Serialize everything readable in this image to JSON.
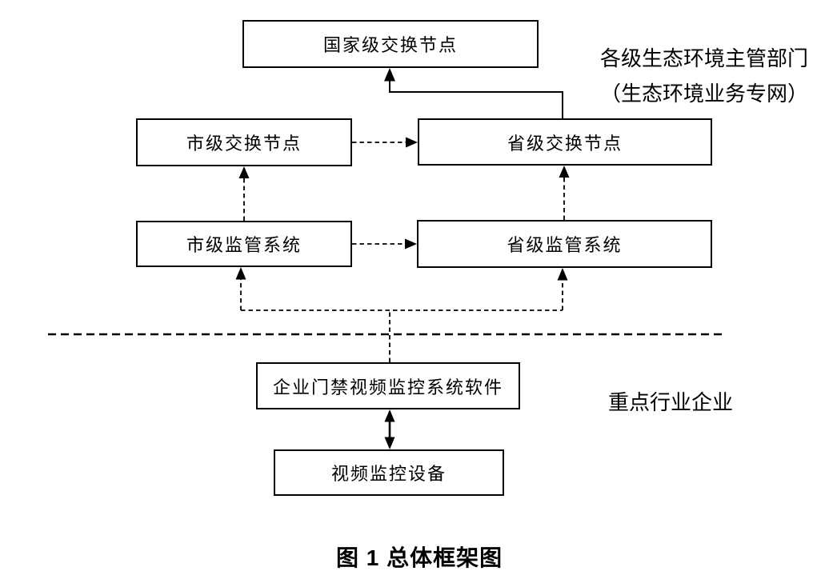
{
  "page": {
    "background": "#ffffff"
  },
  "diagram": {
    "nodes": {
      "national_exchange": {
        "label": "国家级交换节点"
      },
      "city_exchange": {
        "label": "市级交换节点"
      },
      "province_exchange": {
        "label": "省级交换节点"
      },
      "city_supervision": {
        "label": "市级监管系统"
      },
      "province_supervision": {
        "label": "省级监管系统"
      },
      "enterprise_software": {
        "label": "企业门禁视频监控系统软件"
      },
      "video_device": {
        "label": "视频监控设备"
      }
    },
    "annotations": {
      "gov_zone_line1": "各级生态环境主管部门",
      "gov_zone_line2": "（生态环境业务专网）",
      "enterprise_zone": "重点行业企业"
    },
    "caption": "图 1 总体框架图",
    "colors": {
      "line": "#000000",
      "text": "#000000",
      "box_fill": "#ffffff"
    }
  }
}
